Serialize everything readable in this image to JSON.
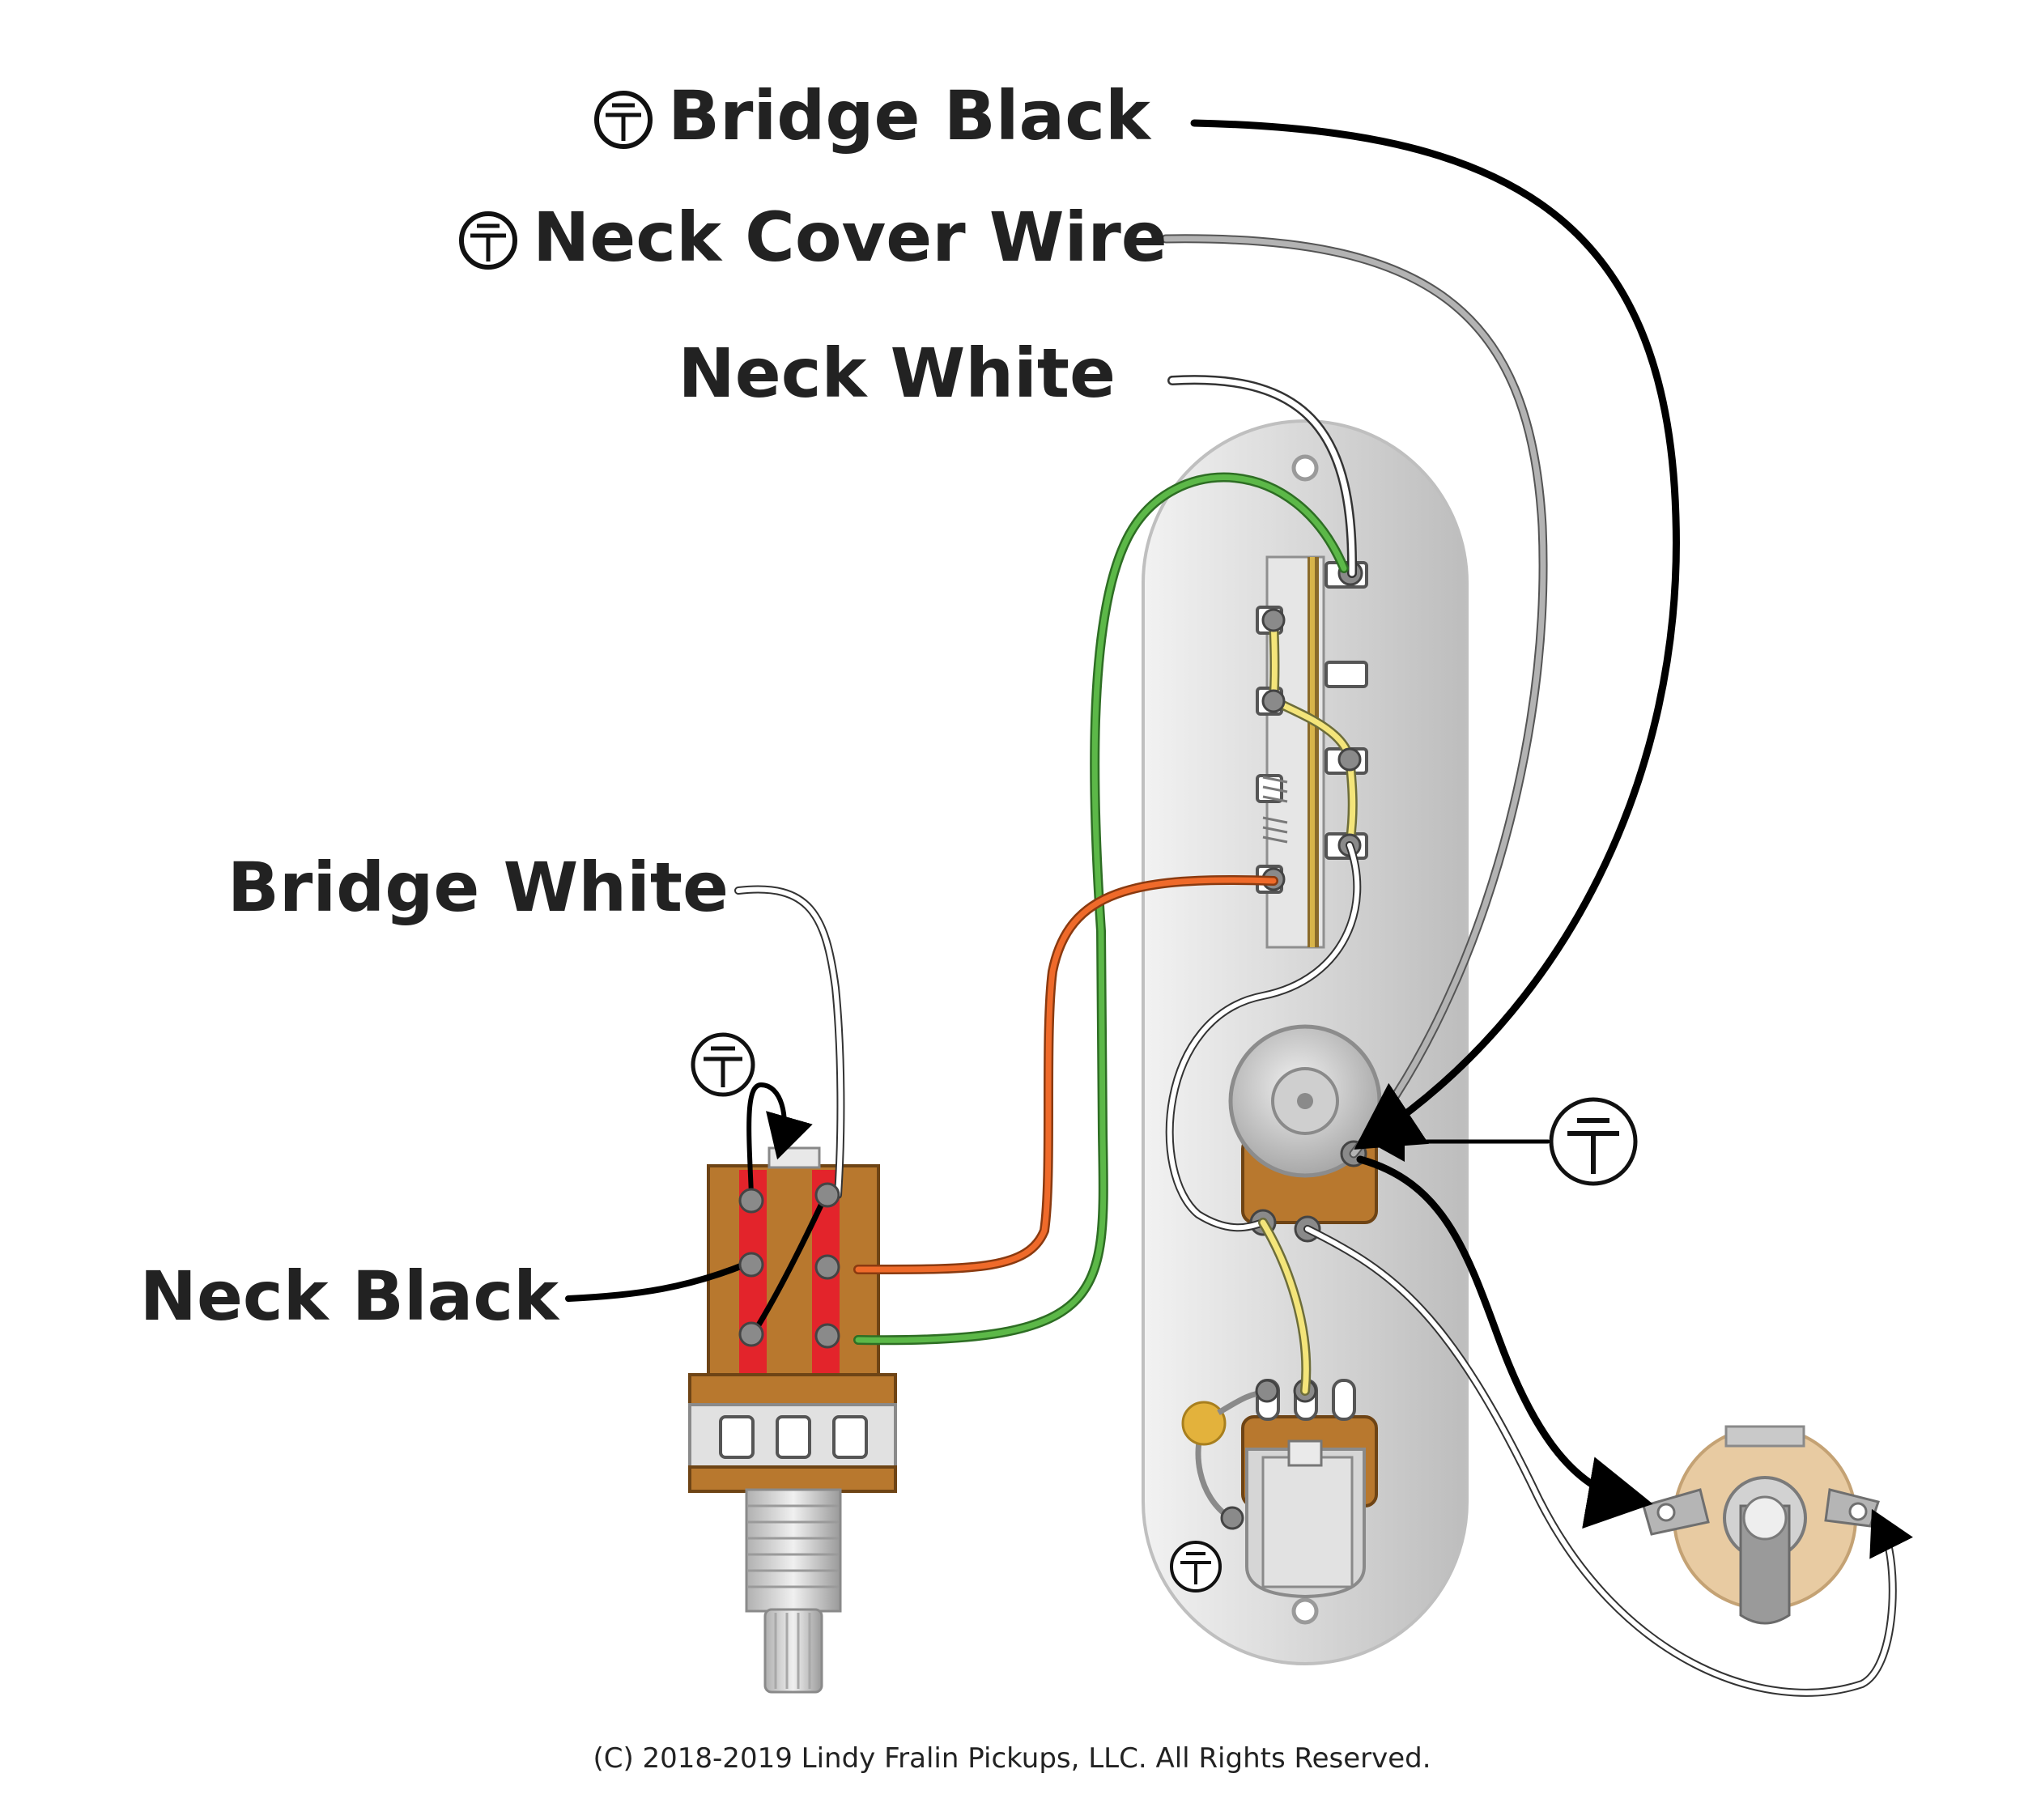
{
  "labels": {
    "bridge_black": "Bridge Black",
    "neck_cover_wire": "Neck Cover Wire",
    "neck_white": "Neck White",
    "bridge_white": "Bridge White",
    "neck_black": "Neck Black"
  },
  "copyright": "(C) 2018-2019 Lindy Fralin Pickups, LLC. All Rights Reserved.",
  "icons": {
    "ground": "ground-icon"
  },
  "colors": {
    "black_wire": "#000000",
    "gray_wire": "#9a9a9a",
    "white_wire": "#ffffff",
    "green_wire": "#5cb848",
    "orange_wire": "#ef6a2a",
    "yellow_wire": "#f4e57a",
    "switch_red": "#e3242b",
    "pot_brown": "#b8782e",
    "plate_silver": "#dcdcdc"
  }
}
